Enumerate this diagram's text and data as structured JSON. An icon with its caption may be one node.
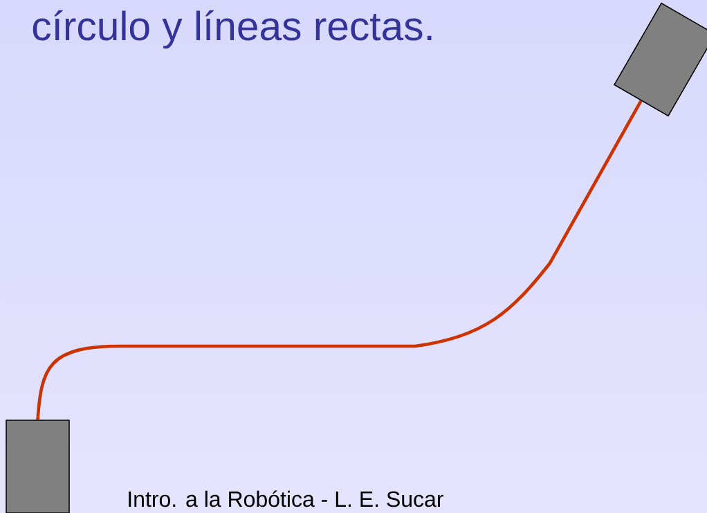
{
  "diagram": {
    "title": "círculo y líneas rectas.",
    "nodes": [
      {
        "text": [],
        "shape": "box"
      },
      {
        "text": [],
        "shape": "box"
      }
    ],
    "edges": [
      {
        "from": 0,
        "to": 1,
        "arrow": "none",
        "color": "#cc3300"
      }
    ],
    "labels": [
      "Intro. a la Robótica - L. E. Sucar"
    ]
  }
}
